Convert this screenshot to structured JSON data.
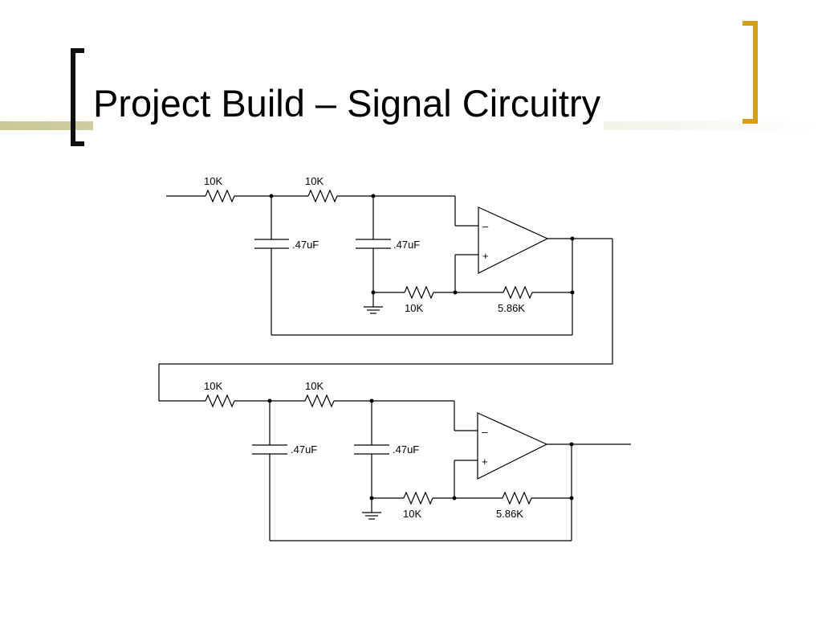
{
  "slide": {
    "title": "Project Build – Signal Circuitry",
    "accent_color": "#d4a017",
    "bracket_color_left": "#111111"
  },
  "circuit": {
    "stages": [
      {
        "input_resistor": "10K",
        "series_resistor": "10K",
        "capacitor_1": ".47uF",
        "capacitor_2": ".47uF",
        "ground_resistor": "10K",
        "feedback_resistor": "5.86K",
        "opamp_inverting": "–",
        "opamp_noninverting": "+"
      },
      {
        "input_resistor": "10K",
        "series_resistor": "10K",
        "capacitor_1": ".47uF",
        "capacitor_2": ".47uF",
        "ground_resistor": "10K",
        "feedback_resistor": "5.86K",
        "opamp_inverting": "–",
        "opamp_noninverting": "+"
      }
    ]
  }
}
